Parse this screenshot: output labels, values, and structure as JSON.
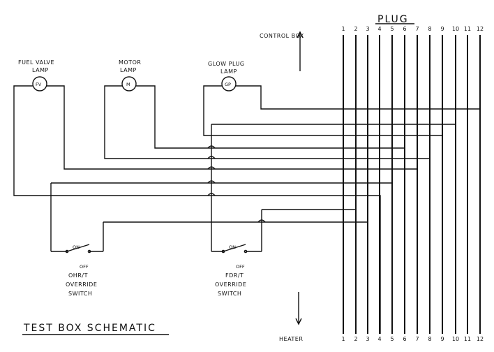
{
  "plug": {
    "title": "PLUG",
    "pins": [
      "1",
      "2",
      "3",
      "4",
      "5",
      "6",
      "7",
      "8",
      "9",
      "10",
      "11",
      "12"
    ]
  },
  "top_label": "CONTROL  BOX",
  "bottom_label": "HEATER",
  "lamps": [
    {
      "line1": "FUEL VALVE",
      "line2": "LAMP",
      "glyph": "FV"
    },
    {
      "line1": "MOTOR",
      "line2": "LAMP",
      "glyph": "M"
    },
    {
      "line1": "GLOW PLUG",
      "line2": "LAMP",
      "glyph": "GP"
    }
  ],
  "switches": [
    {
      "on": "ON",
      "off": "OFF",
      "name": "OHR/T",
      "line2": "OVERRIDE",
      "line3": "SWITCH"
    },
    {
      "on": "ON",
      "off": "OFF",
      "name": "FDR/T",
      "line2": "OVERRIDE",
      "line3": "SWITCH"
    }
  ],
  "title": "TEST BOX SCHEMATIC"
}
